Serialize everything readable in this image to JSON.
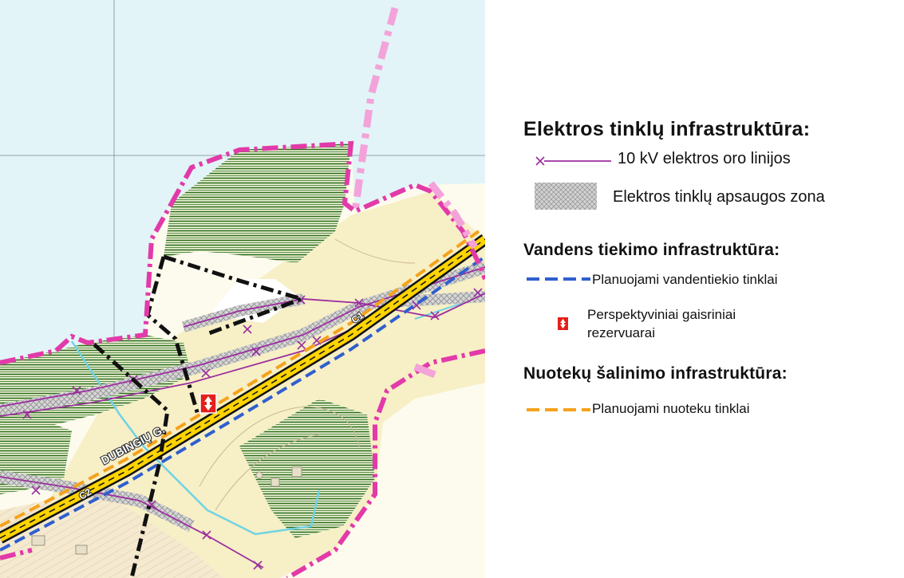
{
  "map": {
    "street_label": "DUBINGIŲ G.",
    "road_codes": [
      "C2",
      "C1"
    ],
    "colors": {
      "water": "#e2f4f7",
      "land": "#fdfbee",
      "zone_fill": "#f7efc6",
      "forest_hatch": "#2f6e1e",
      "boundary": "#e23aa9",
      "boundary_light": "#f3a3da",
      "power_line": "#9b2e9f",
      "road_yellow": "#ffd400",
      "road_edge": "#111111",
      "water_pipe": "#2f5fcf",
      "sewer_pipe": "#f5a21b",
      "hydrant": "#e3201b",
      "stream": "#6fd3e6"
    }
  },
  "legend": {
    "electric": {
      "title": "Elektros tinklų infrastruktūra:",
      "items": [
        {
          "symbol": "power-line",
          "label": "10 kV elektros oro linijos"
        },
        {
          "symbol": "protection-zone",
          "label": "Elektros tinklų apsaugos zona"
        }
      ]
    },
    "water": {
      "title": "Vandens tiekimo infrastruktūra:",
      "items": [
        {
          "symbol": "planned-water-pipe",
          "label": "Planuojami vandentiekio tinklai"
        },
        {
          "symbol": "fire-reservoir",
          "label_line1": "Perspektyviniai gaisriniai",
          "label_line2": "rezervuarai"
        }
      ]
    },
    "sewer": {
      "title": "Nuotekų šalinimo infrastruktūra:",
      "items": [
        {
          "symbol": "planned-sewer-pipe",
          "label": "Planuojami nuoteku tinklai"
        }
      ]
    }
  }
}
